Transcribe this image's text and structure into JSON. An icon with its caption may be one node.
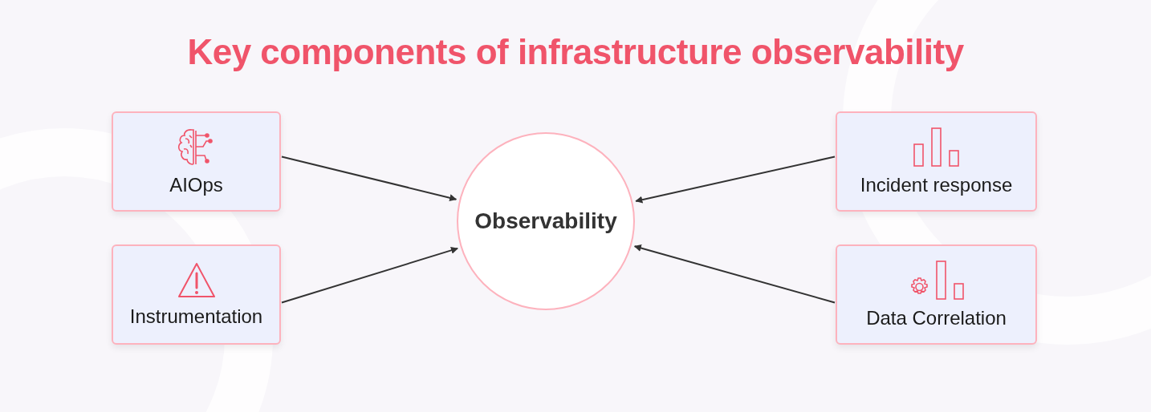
{
  "diagram": {
    "title": "Key components of infrastructure observability",
    "nodes": [
      {
        "text": [
          "AIOps"
        ]
      },
      {
        "text": [
          "Instrumentation"
        ]
      },
      {
        "text": [
          "Observability"
        ]
      },
      {
        "text": [
          "Incident response"
        ]
      },
      {
        "text": [
          "Data Correlation"
        ]
      }
    ],
    "edges": [
      {
        "from": 0,
        "to": 2,
        "arrow": "to"
      },
      {
        "from": 1,
        "to": 2,
        "arrow": "to"
      },
      {
        "from": 3,
        "to": 2,
        "arrow": "to"
      },
      {
        "from": 4,
        "to": 2,
        "arrow": "to"
      }
    ]
  }
}
